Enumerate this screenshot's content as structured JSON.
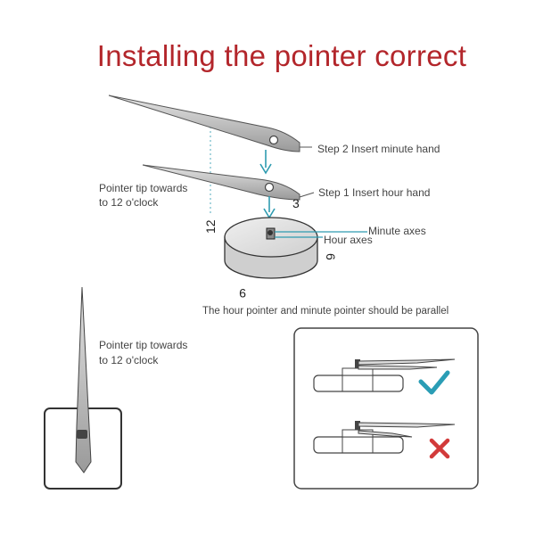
{
  "title": "Installing the pointer correct",
  "labels": {
    "step2": "Step 2 Insert minute hand",
    "step1": "Step 1 Insert hour hand",
    "pointer_tip_top_l1": "Pointer tip towards",
    "pointer_tip_top_l2": "to 12 o'clock",
    "minute_axes": "Minute axes",
    "hour_axes": "Hour axes",
    "parallel_note": "The hour pointer and minute pointer should be parallel",
    "pointer_tip_left_l1": "Pointer tip towards",
    "pointer_tip_left_l2": "to 12 o'clock"
  },
  "dial_numbers": {
    "n12": "12",
    "n3": "3",
    "n6": "6",
    "n9": "9"
  },
  "icons": {
    "correct": "check-icon",
    "wrong": "cross-icon"
  },
  "colors": {
    "title": "#b3262b",
    "arrow": "#2e9bb0",
    "check": "#2a9db5",
    "cross": "#d23a3a"
  }
}
